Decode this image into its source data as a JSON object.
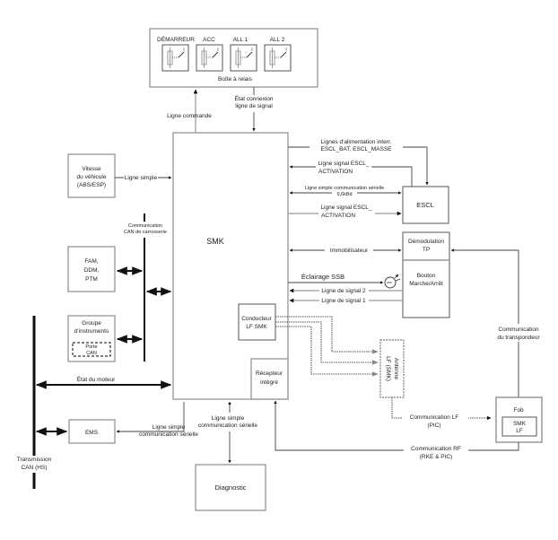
{
  "relay_box": {
    "title": "Boîte à relais",
    "relays": [
      {
        "label": "DÉMARREUR"
      },
      {
        "label": "ACC"
      },
      {
        "label": "ALL 1"
      },
      {
        "label": "ALL 2"
      }
    ]
  },
  "blocks": {
    "smk": "SMK",
    "escl": "ESCL",
    "demod_line1": "Démodulation",
    "demod_line2": "TP",
    "button_line1": "Bouton",
    "button_line2": "Marche/Arrêt",
    "speed_line1": "Vitesse",
    "speed_line2": "du véhicule",
    "speed_line3": "(ABS/ESP)",
    "fam_line1": "FAM,",
    "fam_line2": "DDM,",
    "fam_line3": "PTM",
    "cluster_line1": "Groupe",
    "cluster_line2": "d'instruments",
    "can_gate_line1": "Porte",
    "can_gate_line2": "CAN",
    "lf_driver_line1": "Conducteur",
    "lf_driver_line2": "LF SMK",
    "receiver_line1": "Récepteur",
    "receiver_line2": "intégré",
    "antenna_line1": "Antenne",
    "antenna_line2": "LF (SMK)",
    "fob": "Fob",
    "fob_inner_line1": "SMK",
    "fob_inner_line2": "LF",
    "ems": "EMS",
    "diagnostic": "Diagnostic"
  },
  "labels": {
    "command_line": "Ligne commande",
    "signal_state_line1": "État connexion",
    "signal_state_line2": "ligne de signal",
    "power_lines_line1": "Lignes d'alimentation interr.",
    "power_lines_line2": "ESCL_BAT, ESCL_MASSE",
    "escl_act1_line1": "Ligne signal ESCL_",
    "escl_act1_line2": "ACTIVATION",
    "serial_9600_line1": "Ligne simple communication sérielle",
    "serial_9600_line2": "9,6kBd",
    "escl_act2_line1": "Ligne signal ESCL_",
    "escl_act2_line2": "ACTIVATION",
    "immobilizer": "Immobilisateur",
    "ssb_lighting": "Éclairage SSB",
    "signal_line_2": "Ligne de signal 2",
    "signal_line_1": "Ligne de signal 1",
    "simple_line": "Ligne simple",
    "body_can_line1": "Communication",
    "body_can_line2": "CAN de carrosserie",
    "engine_state": "État du moteur",
    "transponder_line1": "Communication",
    "transponder_line2": "du transpondeur",
    "lf_comm_line1": "Communication LF",
    "lf_comm_line2": "(PIC)",
    "rf_comm_line1": "Communication RF",
    "rf_comm_line2": "(RKE & PIC)",
    "ems_serial_line1": "Ligne simple",
    "ems_serial_line2": "communication sérielle",
    "diag_serial_line1": "Ligne simple",
    "diag_serial_line2": "communication sérielle",
    "can_hs_line1": "Transmission",
    "can_hs_line2": "CAN (HS)"
  }
}
